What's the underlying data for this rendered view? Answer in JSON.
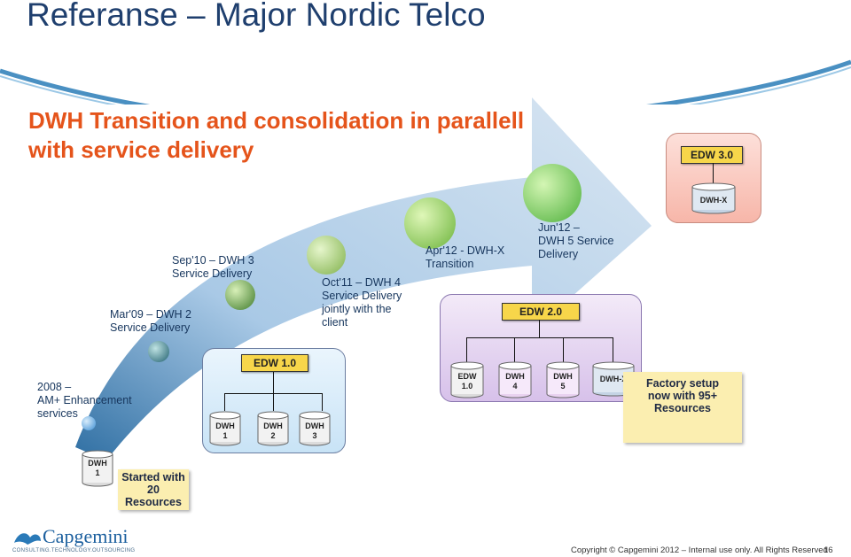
{
  "header": {
    "title": "Referanse – Major Nordic Telco",
    "subtitle_line1": "DWH Transition and consolidation in parallell",
    "subtitle_line2": "with service delivery"
  },
  "milestones": [
    {
      "id": "m2008",
      "lines": [
        "2008 –",
        "AM+ Enhancement",
        "services"
      ]
    },
    {
      "id": "mar09",
      "lines": [
        "Mar'09 – DWH 2",
        "Service Delivery"
      ]
    },
    {
      "id": "sep10",
      "lines": [
        "Sep'10 – DWH 3",
        "Service Delivery"
      ]
    },
    {
      "id": "oct11",
      "lines": [
        "Oct'11 – DWH 4",
        "Service Delivery",
        "jointly with the",
        "client"
      ]
    },
    {
      "id": "apr12",
      "lines": [
        "Apr'12 - DWH-X",
        "Transition"
      ]
    },
    {
      "id": "jun12",
      "lines": [
        "Jun'12 –",
        "DWH 5 Service",
        "Delivery"
      ]
    }
  ],
  "group_edw1": {
    "label": "EDW 1.0",
    "items": [
      [
        "DWH",
        "1"
      ],
      [
        "DWH",
        "2"
      ],
      [
        "DWH",
        "3"
      ]
    ]
  },
  "group_edw2": {
    "label": "EDW 2.0",
    "items": [
      [
        "EDW",
        "1.0"
      ],
      [
        "DWH",
        "4"
      ],
      [
        "DWH",
        "5"
      ],
      [
        "DWH-X",
        ""
      ]
    ]
  },
  "group_edw3": {
    "label": "EDW 3.0",
    "items": [
      [
        "DWH-X",
        ""
      ]
    ]
  },
  "start_db": [
    "DWH",
    "1"
  ],
  "notes": {
    "start": [
      "Started with",
      "20 Resources"
    ],
    "factory": [
      "Factory setup",
      "now with 95+",
      "Resources"
    ]
  },
  "footer": {
    "logo_name": "Capgemini",
    "logo_tagline": "CONSULTING.TECHNOLOGY.OUTSOURCING",
    "copyright": "Copyright © Capgemini 2012 – Internal use only. All Rights Reserved",
    "page": "16"
  },
  "colors": {
    "title": "#1f3f6e",
    "subtitle": "#e5541b",
    "label": "#f7d64a",
    "accent_line": "#4a90c2"
  }
}
